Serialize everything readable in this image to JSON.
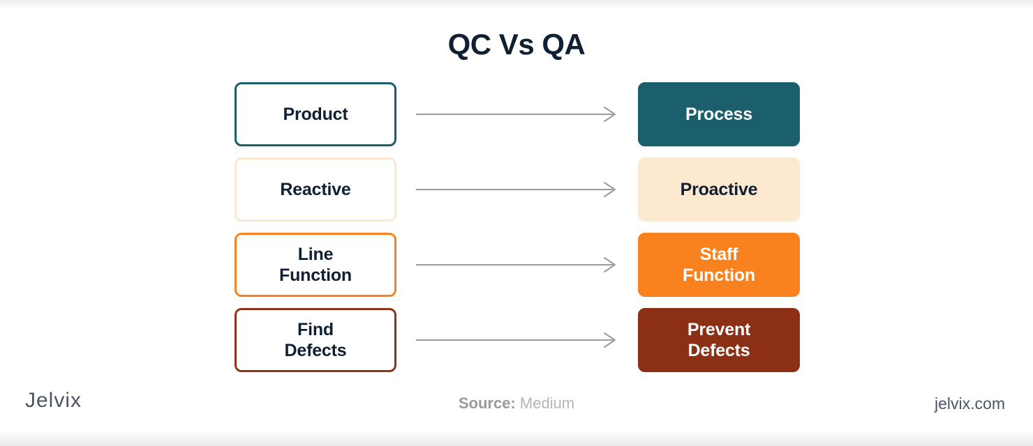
{
  "title": "QC Vs QA",
  "colors": {
    "title": "#0f2033",
    "teal": "#1a5f6b",
    "cream": "#fce9d0",
    "cream_border": "#fce8cc",
    "orange": "#f9821f",
    "maroon": "#8e3418",
    "brick": "#8b2f15",
    "arrow": "#9a9a9a",
    "dark_text": "#0f2033",
    "white_text": "#ffffff"
  },
  "rows": [
    {
      "left": {
        "label": "Product",
        "style": "outline-teal"
      },
      "arrow": {
        "name": "arrow-right-icon"
      },
      "right": {
        "label": "Process",
        "style": "fill-teal"
      }
    },
    {
      "left": {
        "label": "Reactive",
        "style": "outline-cream"
      },
      "arrow": {
        "name": "arrow-right-icon"
      },
      "right": {
        "label": "Proactive",
        "style": "fill-cream"
      }
    },
    {
      "left": {
        "label": "Line\nFunction",
        "style": "outline-orange"
      },
      "arrow": {
        "name": "arrow-right-icon"
      },
      "right": {
        "label": "Staff\nFunction",
        "style": "fill-orange"
      }
    },
    {
      "left": {
        "label": "Find\nDefects",
        "style": "outline-maroon"
      },
      "arrow": {
        "name": "arrow-right-icon"
      },
      "right": {
        "label": "Prevent\nDefects",
        "style": "fill-brick"
      }
    }
  ],
  "footer": {
    "logo": "Jelvix",
    "source_label": "Source:",
    "source_value": "Medium",
    "site": "jelvix.com"
  }
}
